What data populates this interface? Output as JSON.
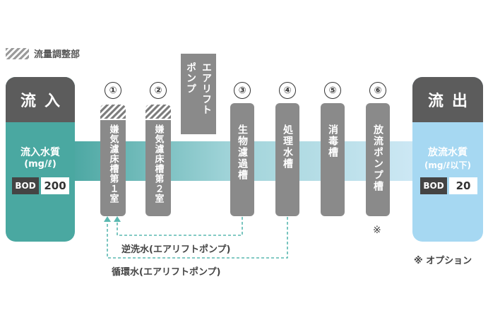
{
  "legend": {
    "label": "流量調整部"
  },
  "inflow": {
    "header": "流入",
    "title_line1": "流入水質",
    "title_line2": "(mg/ℓ)",
    "bod_label": "BOD",
    "bod_value": "200",
    "colors": {
      "header": "#5c5c5c",
      "body": "#4aa8a1"
    }
  },
  "outflow": {
    "header": "流出",
    "title_line1": "放流水質",
    "title_line2": "(mg/ℓ以下)",
    "bod_label": "BOD",
    "bod_value": "20",
    "colors": {
      "header": "#5c5c5c",
      "body": "#a6d8f2"
    }
  },
  "tanks": [
    {
      "number": "①",
      "label": "嫌気濾床槽第１室",
      "flow_adjust": true
    },
    {
      "number": "②",
      "label": "嫌気濾床槽第２室",
      "flow_adjust": true
    },
    {
      "number": "③",
      "label": "生物濾過槽",
      "flow_adjust": false
    },
    {
      "number": "④",
      "label": "処理水槽",
      "flow_adjust": false
    },
    {
      "number": "⑤",
      "label": "消毒槽",
      "flow_adjust": false
    },
    {
      "number": "⑥",
      "label": "放流ポンプ槽",
      "flow_adjust": false
    }
  ],
  "pump": {
    "line1": "エアリフト",
    "line2": "ポンプ"
  },
  "lines": {
    "backwash": "逆洗水(エアリフトポンプ)",
    "recirculation": "循環水(エアリフトポンプ)"
  },
  "notes": {
    "pump_tank_mark": "※",
    "option": "※ オプション"
  },
  "colors": {
    "tank": "#8a8a8a",
    "dashed_line": "#5ab8b0",
    "arrow_start": "#3c9f98",
    "arrow_end": "#d6ecfa"
  }
}
